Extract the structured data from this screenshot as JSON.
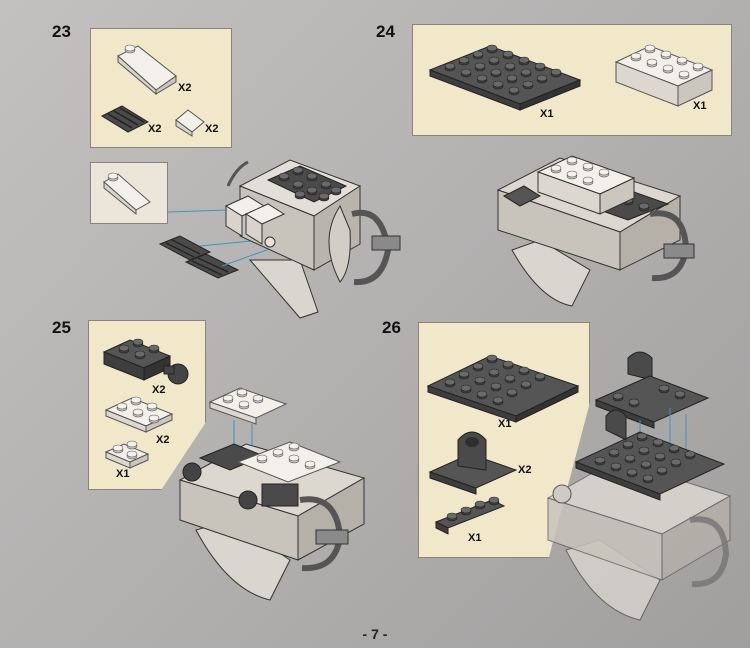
{
  "page_number": "- 7 -",
  "steps": [
    {
      "number": "23",
      "parts": [
        {
          "icon": "slope-brick-light",
          "qty": "X2"
        },
        {
          "icon": "grille-plate-dark",
          "qty": "X2"
        },
        {
          "icon": "small-slope-light",
          "qty": "X2"
        }
      ]
    },
    {
      "number": "24",
      "parts": [
        {
          "icon": "plate-6x4-dark",
          "qty": "X1"
        },
        {
          "icon": "brick-2x4-light",
          "qty": "X1"
        }
      ]
    },
    {
      "number": "25",
      "parts": [
        {
          "icon": "ball-joint-dark",
          "qty": "X2"
        },
        {
          "icon": "plate-2x3-light",
          "qty": "X2"
        },
        {
          "icon": "plate-2x2-light",
          "qty": "X1"
        }
      ]
    },
    {
      "number": "26",
      "parts": [
        {
          "icon": "plate-6x4-dark",
          "qty": "X1"
        },
        {
          "icon": "clip-bracket-dark",
          "qty": "X2"
        },
        {
          "icon": "plate-1x4-dark",
          "qty": "X1"
        }
      ]
    }
  ],
  "colors": {
    "panel": "#f1e7c9",
    "dark_part": "#555555",
    "light_part": "#e6e3dd",
    "background": "#b6b4b3"
  }
}
